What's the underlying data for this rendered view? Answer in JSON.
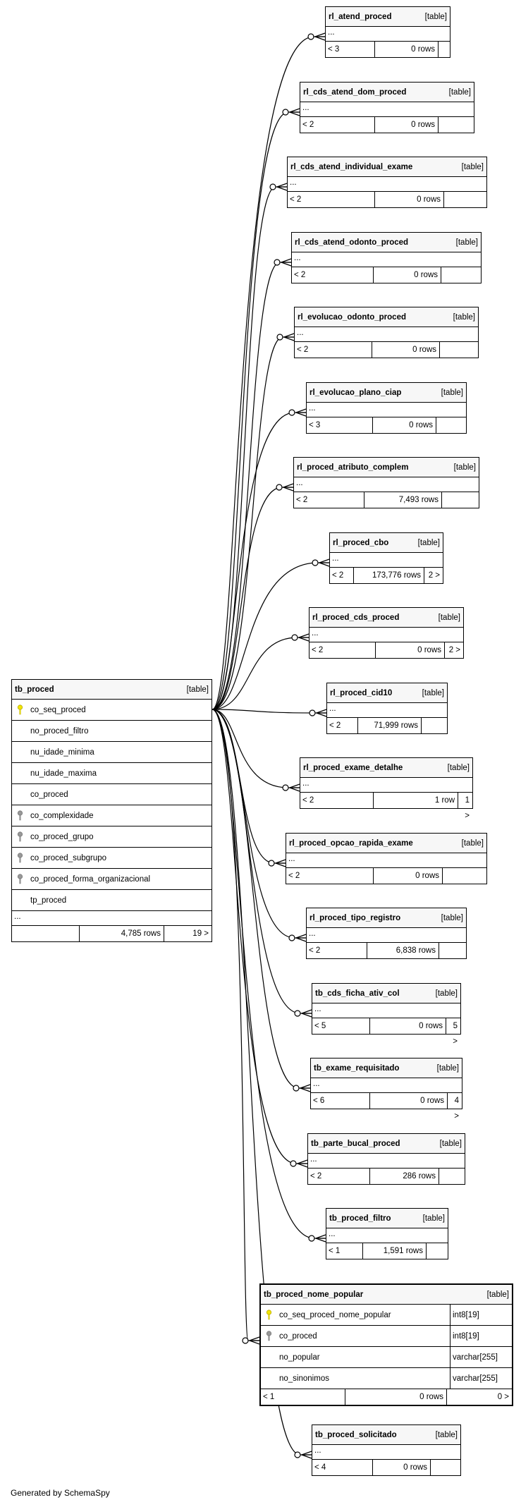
{
  "main_table": {
    "name": "tb_proced",
    "type_label": "[table]",
    "columns": [
      {
        "name": "co_seq_proced",
        "key": "primary"
      },
      {
        "name": "no_proced_filtro",
        "key": ""
      },
      {
        "name": "nu_idade_minima",
        "key": ""
      },
      {
        "name": "nu_idade_maxima",
        "key": ""
      },
      {
        "name": "co_proced",
        "key": ""
      },
      {
        "name": "co_complexidade",
        "key": "foreign"
      },
      {
        "name": "co_proced_grupo",
        "key": "foreign"
      },
      {
        "name": "co_proced_subgrupo",
        "key": "foreign"
      },
      {
        "name": "co_proced_forma_organizacional",
        "key": "foreign"
      },
      {
        "name": "tp_proced",
        "key": ""
      }
    ],
    "dots": "...",
    "parents": "",
    "rows": "4,785 rows",
    "children": "19 >"
  },
  "related_tables": [
    {
      "name": "rl_atend_proced",
      "type_label": "[table]",
      "dots": "...",
      "parents": "< 3",
      "rows": "0 rows",
      "children": ""
    },
    {
      "name": "rl_cds_atend_dom_proced",
      "type_label": "[table]",
      "dots": "...",
      "parents": "< 2",
      "rows": "0 rows",
      "children": ""
    },
    {
      "name": "rl_cds_atend_individual_exame",
      "type_label": "[table]",
      "dots": "...",
      "parents": "< 2",
      "rows": "0 rows",
      "children": ""
    },
    {
      "name": "rl_cds_atend_odonto_proced",
      "type_label": "[table]",
      "dots": "...",
      "parents": "< 2",
      "rows": "0 rows",
      "children": ""
    },
    {
      "name": "rl_evolucao_odonto_proced",
      "type_label": "[table]",
      "dots": "...",
      "parents": "< 2",
      "rows": "0 rows",
      "children": ""
    },
    {
      "name": "rl_evolucao_plano_ciap",
      "type_label": "[table]",
      "dots": "...",
      "parents": "< 3",
      "rows": "0 rows",
      "children": ""
    },
    {
      "name": "rl_proced_atributo_complem",
      "type_label": "[table]",
      "dots": "...",
      "parents": "< 2",
      "rows": "7,493 rows",
      "children": ""
    },
    {
      "name": "rl_proced_cbo",
      "type_label": "[table]",
      "dots": "...",
      "parents": "< 2",
      "rows": "173,776 rows",
      "children": "2 >"
    },
    {
      "name": "rl_proced_cds_proced",
      "type_label": "[table]",
      "dots": "...",
      "parents": "< 2",
      "rows": "0 rows",
      "children": "2 >"
    },
    {
      "name": "rl_proced_cid10",
      "type_label": "[table]",
      "dots": "...",
      "parents": "< 2",
      "rows": "71,999 rows",
      "children": ""
    },
    {
      "name": "rl_proced_exame_detalhe",
      "type_label": "[table]",
      "dots": "...",
      "parents": "< 2",
      "rows": "1 row",
      "children": "1 >"
    },
    {
      "name": "rl_proced_opcao_rapida_exame",
      "type_label": "[table]",
      "dots": "...",
      "parents": "< 2",
      "rows": "0 rows",
      "children": ""
    },
    {
      "name": "rl_proced_tipo_registro",
      "type_label": "[table]",
      "dots": "...",
      "parents": "< 2",
      "rows": "6,838 rows",
      "children": ""
    },
    {
      "name": "tb_cds_ficha_ativ_col",
      "type_label": "[table]",
      "dots": "...",
      "parents": "< 5",
      "rows": "0 rows",
      "children": "5 >"
    },
    {
      "name": "tb_exame_requisitado",
      "type_label": "[table]",
      "dots": "...",
      "parents": "< 6",
      "rows": "0 rows",
      "children": "4 >"
    },
    {
      "name": "tb_parte_bucal_proced",
      "type_label": "[table]",
      "dots": "...",
      "parents": "< 2",
      "rows": "286 rows",
      "children": ""
    },
    {
      "name": "tb_proced_filtro",
      "type_label": "[table]",
      "dots": "...",
      "parents": "< 1",
      "rows": "1,591 rows",
      "children": ""
    }
  ],
  "nome_popular_table": {
    "name": "tb_proced_nome_popular",
    "type_label": "[table]",
    "columns": [
      {
        "name": "co_seq_proced_nome_popular",
        "type": "int8[19]",
        "key": "primary"
      },
      {
        "name": "co_proced",
        "type": "int8[19]",
        "key": "foreign"
      },
      {
        "name": "no_popular",
        "type": "varchar[255]",
        "key": ""
      },
      {
        "name": "no_sinonimos",
        "type": "varchar[255]",
        "key": ""
      }
    ],
    "parents": "< 1",
    "rows": "0 rows",
    "children": "0 >"
  },
  "last_table": {
    "name": "tb_proced_solicitado",
    "type_label": "[table]",
    "dots": "...",
    "parents": "< 4",
    "rows": "0 rows",
    "children": ""
  },
  "footer_text": "Generated by SchemaSpy",
  "colors": {
    "primary_key": "#f2e600",
    "foreign_key": "#999999",
    "line": "#000000"
  }
}
